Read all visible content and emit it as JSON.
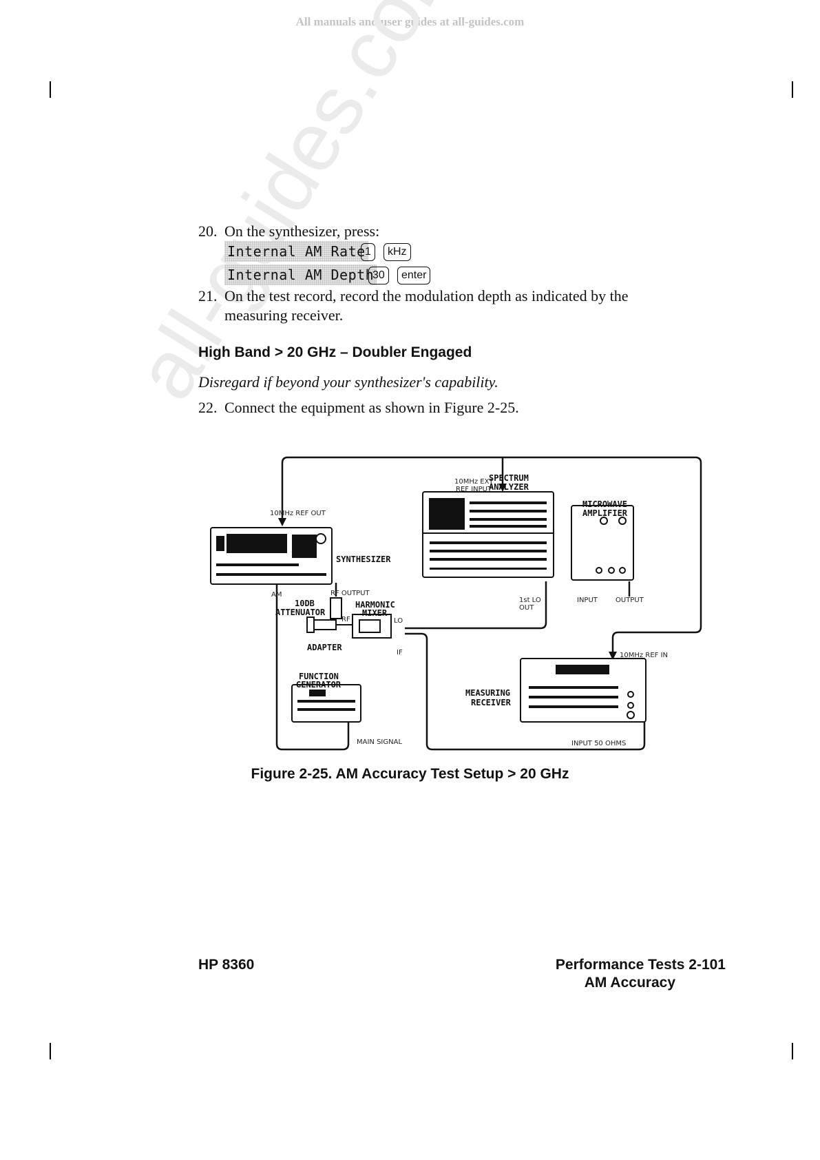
{
  "banner": "All manuals and user guides at all-guides.com",
  "watermark": "all-guides.com",
  "steps": [
    {
      "num": "20.",
      "text": "On the synthesizer, press:"
    },
    {
      "num": "21.",
      "text": "On the test record, record the modulation depth as indicated by the measuring receiver."
    },
    {
      "num": "22.",
      "text": "Connect the equipment as shown in Figure 2-25."
    }
  ],
  "keys": {
    "softkey1": "Internal AM Rate",
    "hardkey1a": "1",
    "hardkey1b": "kHz",
    "softkey2": "Internal AM Depth",
    "hardkey2a": "30",
    "hardkey2b": "enter"
  },
  "section_heading": "High Band > 20 GHz – Doubler Engaged",
  "note": "Disregard if beyond your synthesizer's capability.",
  "figure": {
    "caption": "Figure 2-25. AM Accuracy Test Setup > 20 GHz",
    "labels": {
      "spectrum_analyzer_1": "SPECTRUM",
      "spectrum_analyzer_2": "ANALYZER",
      "ext_ref_1": "10MHz  EXT",
      "ext_ref_2": "REF  INPUT",
      "ref_out": "10MHz  REF  OUT",
      "synthesizer": "SYNTHESIZER",
      "microwave_1": "MICROWAVE",
      "microwave_2": "AMPLIFIER",
      "am": "AM",
      "rf_output": "RF  OUTPUT",
      "attenuator_1": "10DB",
      "attenuator_2": "ATTENUATOR",
      "mixer_1": "HARMONIC",
      "mixer_2": "MIXER",
      "rf": "RF",
      "lo": "LO",
      "if": "IF",
      "adapter": "ADAPTER",
      "first_lo_1": "1st  LO",
      "first_lo_2": "OUT",
      "input": "INPUT",
      "output": "OUTPUT",
      "ref_in": "10MHz  REF  IN",
      "function_gen_1": "FUNCTION",
      "function_gen_2": "GENERATOR",
      "measuring_1": "MEASURING",
      "measuring_2": "RECEIVER",
      "main_signal": "MAIN  SIGNAL",
      "input_50": "INPUT  50  OHMS"
    }
  },
  "footer": {
    "model": "HP 8360",
    "section": "Performance Tests   2-101",
    "subsection": "AM Accuracy"
  }
}
